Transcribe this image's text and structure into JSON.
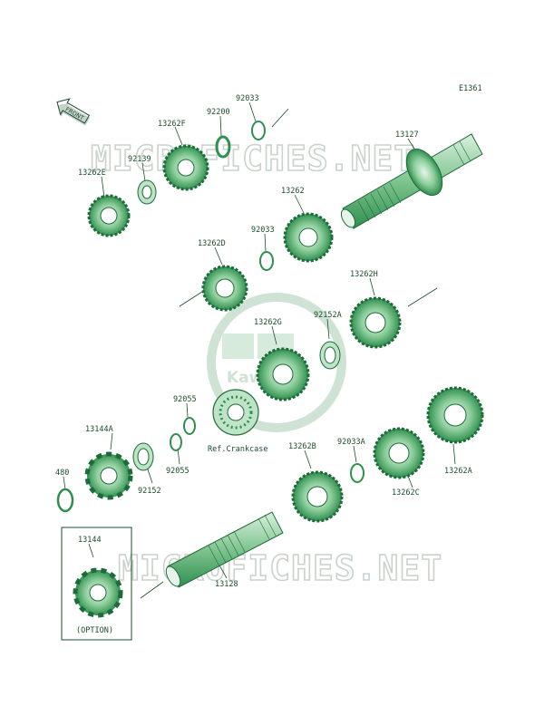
{
  "diagram_code": "E1361",
  "front_marker": "FRONT",
  "watermarks": [
    "MICROFICHES.NET",
    "MICROFICHES.NET"
  ],
  "center_logo": "Kawasaki",
  "option_label": "(OPTION)",
  "parts": [
    {
      "id": "92033_top",
      "label": "92033"
    },
    {
      "id": "92200",
      "label": "92200"
    },
    {
      "id": "13262F",
      "label": "13262F"
    },
    {
      "id": "92139",
      "label": "92139"
    },
    {
      "id": "13262E",
      "label": "13262E"
    },
    {
      "id": "13127",
      "label": "13127"
    },
    {
      "id": "13262",
      "label": "13262"
    },
    {
      "id": "92033_mid",
      "label": "92033"
    },
    {
      "id": "13262D",
      "label": "13262D"
    },
    {
      "id": "13262H",
      "label": "13262H"
    },
    {
      "id": "13262G",
      "label": "13262G"
    },
    {
      "id": "92152A",
      "label": "92152A"
    },
    {
      "id": "92055_top",
      "label": "92055"
    },
    {
      "id": "ref_crankcase",
      "label": "Ref.Crankcase"
    },
    {
      "id": "13144A",
      "label": "13144A"
    },
    {
      "id": "92033A",
      "label": "92033A"
    },
    {
      "id": "13262B",
      "label": "13262B"
    },
    {
      "id": "13262A",
      "label": "13262A"
    },
    {
      "id": "480",
      "label": "480"
    },
    {
      "id": "92152",
      "label": "92152"
    },
    {
      "id": "92055_bot",
      "label": "92055"
    },
    {
      "id": "13262C",
      "label": "13262C"
    },
    {
      "id": "13144",
      "label": "13144"
    },
    {
      "id": "13128",
      "label": "13128"
    }
  ]
}
